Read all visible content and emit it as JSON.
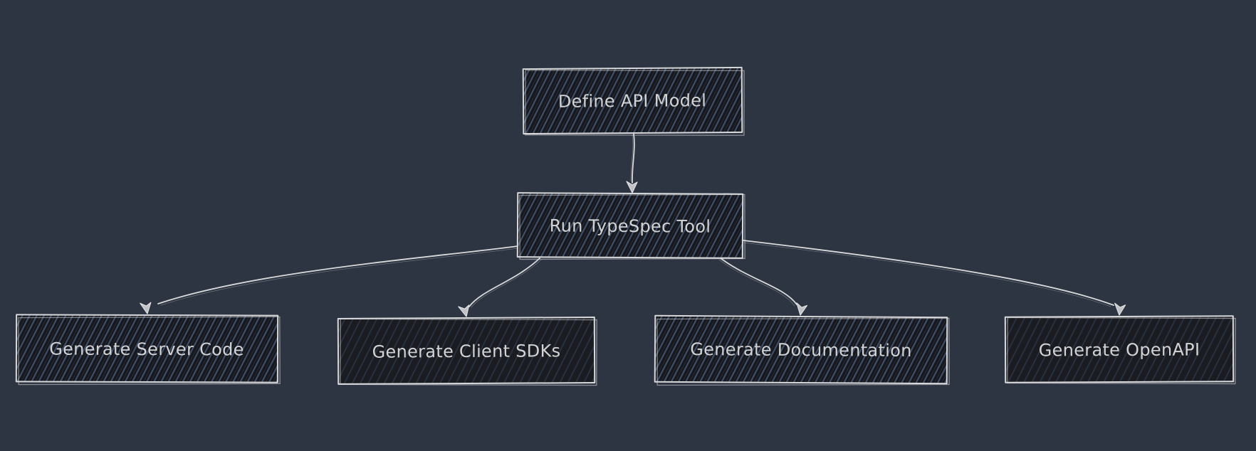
{
  "diagram": {
    "kind": "flowchart",
    "direction": "top-down",
    "render_style": "hand-drawn-sketch",
    "colors": {
      "background": "#2d3442",
      "node_fill": "#16181d",
      "node_hatch": "#40506b",
      "node_border": "#d8d9da",
      "edge": "#d8d9da",
      "text": "#d2d3d4"
    },
    "nodes": [
      {
        "id": "A",
        "label": "Define API Model"
      },
      {
        "id": "B",
        "label": "Run TypeSpec Tool"
      },
      {
        "id": "C",
        "label": "Generate Server Code"
      },
      {
        "id": "D",
        "label": "Generate Client SDKs"
      },
      {
        "id": "E",
        "label": "Generate Documentation"
      },
      {
        "id": "F",
        "label": "Generate OpenAPI"
      }
    ],
    "edges": [
      {
        "from": "Define API Model",
        "to": "Run TypeSpec Tool"
      },
      {
        "from": "Run TypeSpec Tool",
        "to": "Generate Server Code"
      },
      {
        "from": "Run TypeSpec Tool",
        "to": "Generate Client SDKs"
      },
      {
        "from": "Run TypeSpec Tool",
        "to": "Generate Documentation"
      },
      {
        "from": "Run TypeSpec Tool",
        "to": "Generate OpenAPI"
      }
    ]
  }
}
